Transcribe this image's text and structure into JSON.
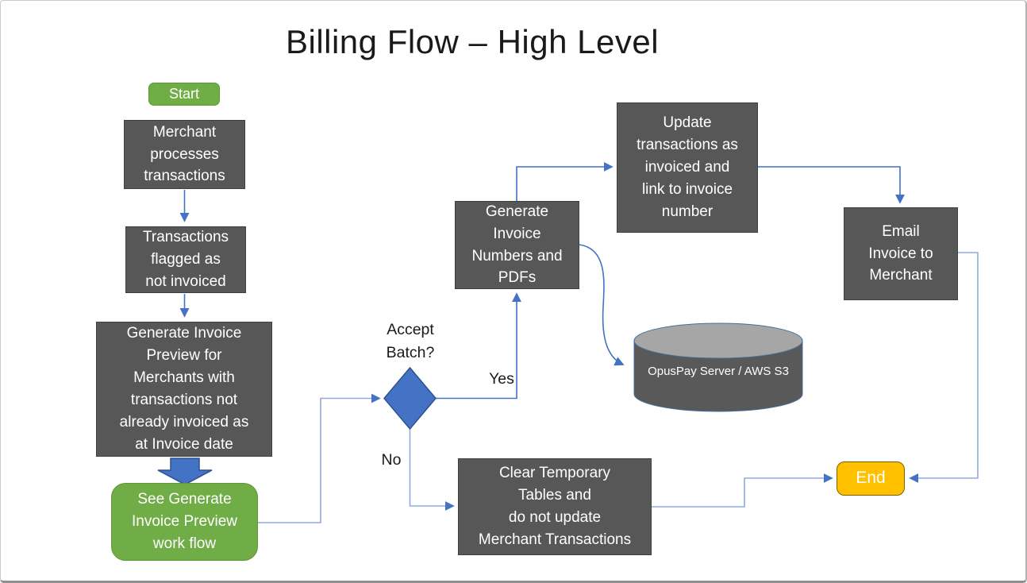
{
  "title": "Billing Flow – High Level",
  "nodes": {
    "start": "Start",
    "merchant_processes": "Merchant\nprocesses\ntransactions",
    "transactions_flagged": "Transactions\nflagged as\nnot invoiced",
    "generate_preview": "Generate Invoice\nPreview for\nMerchants with\ntransactions not\nalready invoiced as\nat Invoice date",
    "see_preview_workflow": "See Generate\nInvoice Preview\nwork flow",
    "generate_invoice_numbers": "Generate\nInvoice\nNumbers and\nPDFs",
    "update_transactions": "Update\ntransactions as\ninvoiced and\nlink to invoice\nnumber",
    "email_invoice": "Email\nInvoice to\nMerchant",
    "clear_temp_tables": "Clear Temporary\nTables and\ndo not update\nMerchant Transactions",
    "datastore": "OpusPay Server / AWS S3",
    "end": "End"
  },
  "labels": {
    "decision": "Accept\nBatch?",
    "yes": "Yes",
    "no": "No"
  },
  "colors": {
    "blue": "#4472C4",
    "blue_dark": "#2F528F",
    "blue_light": "#8FAADC",
    "green": "#70AD47",
    "green_dark": "#5E9638",
    "gray_box": "#575757",
    "gray_box_border": "#3F3F3F",
    "yellow": "#FFC000",
    "yellow_border": "#7F6000",
    "cylinder_top": "#A6A6A6",
    "cylinder_body": "#595959",
    "cylinder_stroke": "#41719C",
    "text_light": "#FFFFFF",
    "text_dark": "#1A1A1A",
    "canvas_border": "#C9C9C9"
  }
}
